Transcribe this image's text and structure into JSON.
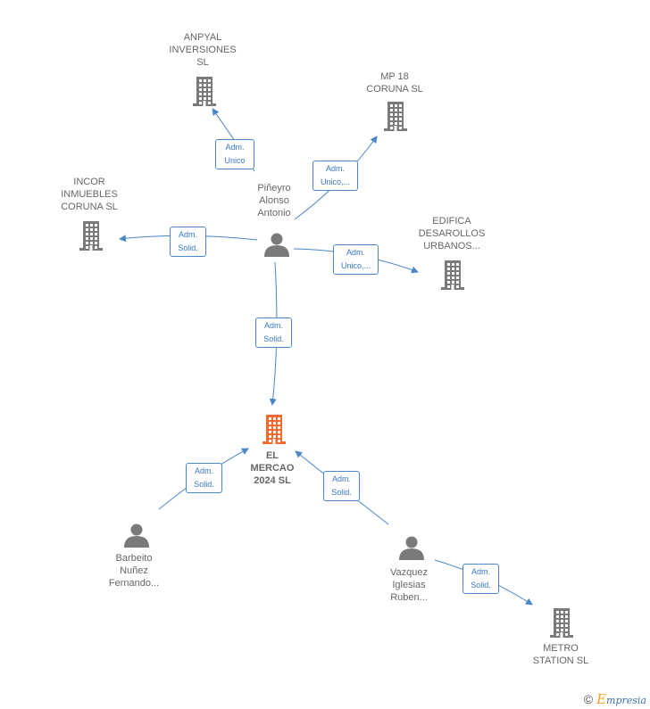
{
  "nodes": [
    {
      "id": "main",
      "type": "company",
      "highlight": true,
      "lines": [
        "EL",
        "MERCAO",
        "2024  SL"
      ]
    },
    {
      "id": "anpyal",
      "type": "company",
      "lines": [
        "ANPYAL",
        "INVERSIONES",
        "SL"
      ]
    },
    {
      "id": "mp18",
      "type": "company",
      "lines": [
        "MP 18",
        "CORUNA  SL"
      ]
    },
    {
      "id": "incor",
      "type": "company",
      "lines": [
        "INCOR",
        "INMUEBLES",
        "CORUNA  SL"
      ]
    },
    {
      "id": "edifica",
      "type": "company",
      "lines": [
        "EDIFICA",
        "DESAROLLOS",
        "URBANOS..."
      ]
    },
    {
      "id": "metro",
      "type": "company",
      "lines": [
        "METRO",
        "STATION  SL"
      ]
    },
    {
      "id": "pineyro",
      "type": "person",
      "lines": [
        "Piñeyro",
        "Alonso",
        "Antonio"
      ]
    },
    {
      "id": "barbeito",
      "type": "person",
      "lines": [
        "Barbeito",
        "Nuñez",
        "Fernando..."
      ]
    },
    {
      "id": "vazquez",
      "type": "person",
      "lines": [
        "Vazquez",
        "Iglesias",
        "Ruben..."
      ]
    }
  ],
  "edges": [
    {
      "id": "e1",
      "lines": [
        "Adm.",
        "Unico"
      ]
    },
    {
      "id": "e2",
      "lines": [
        "Adm.",
        "Unico,..."
      ]
    },
    {
      "id": "e3",
      "lines": [
        "Adm.",
        "Solid."
      ]
    },
    {
      "id": "e4",
      "lines": [
        "Adm.",
        "Unico,..."
      ]
    },
    {
      "id": "e5",
      "lines": [
        "Adm.",
        "Solid."
      ]
    },
    {
      "id": "e6",
      "lines": [
        "Adm.",
        "Solid."
      ]
    },
    {
      "id": "e7",
      "lines": [
        "Adm.",
        "Solid."
      ]
    },
    {
      "id": "e8",
      "lines": [
        "Adm.",
        "Solid."
      ]
    }
  ],
  "colors": {
    "edge": "#4a86c8",
    "company": "#7a7a7a",
    "highlight": "#f26a2e",
    "person": "#7a7a7a"
  },
  "footer": {
    "symbol": "©",
    "brand_initial": "E",
    "brand_rest": "mpresia"
  }
}
